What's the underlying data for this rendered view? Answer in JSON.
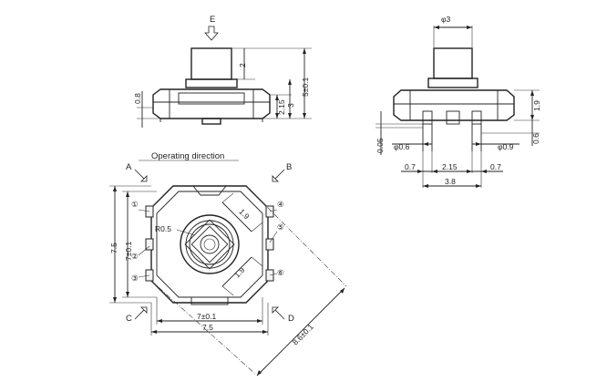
{
  "side_view": {
    "direction_label": "E",
    "dims": {
      "stem_height": "2",
      "body_height": "2.15",
      "total_3": "3",
      "total_5": "5±0.1",
      "base_0_8": "0.8"
    }
  },
  "right_view": {
    "dims": {
      "top_dia": "φ3",
      "h_1_9": "1.9",
      "h_0_6": "0.6",
      "h_0_05": "0.05",
      "pin_dia_left": "φ0.6",
      "pin_dia_right": "φ0.9",
      "pitch_left": "0.7",
      "pitch_mid": "2.15",
      "pitch_right": "0.7",
      "width_total": "3.8"
    }
  },
  "top_view": {
    "operating_label": "Operating direction",
    "dir_labels": {
      "a": "A",
      "b": "B",
      "c": "C",
      "d": "D"
    },
    "pins": [
      "①",
      "②",
      "③",
      "④",
      "⑤",
      "⑥"
    ],
    "dims": {
      "radius": "R0.5",
      "diag_1_9_top": "1.9",
      "diag_1_9_bot": "1.9",
      "left_7_5": "7.5",
      "left_7": "7±0.1",
      "bottom_7": "7±0.1",
      "bottom_7_5": "7.5",
      "diag_8_6": "8.6±0.1"
    }
  }
}
